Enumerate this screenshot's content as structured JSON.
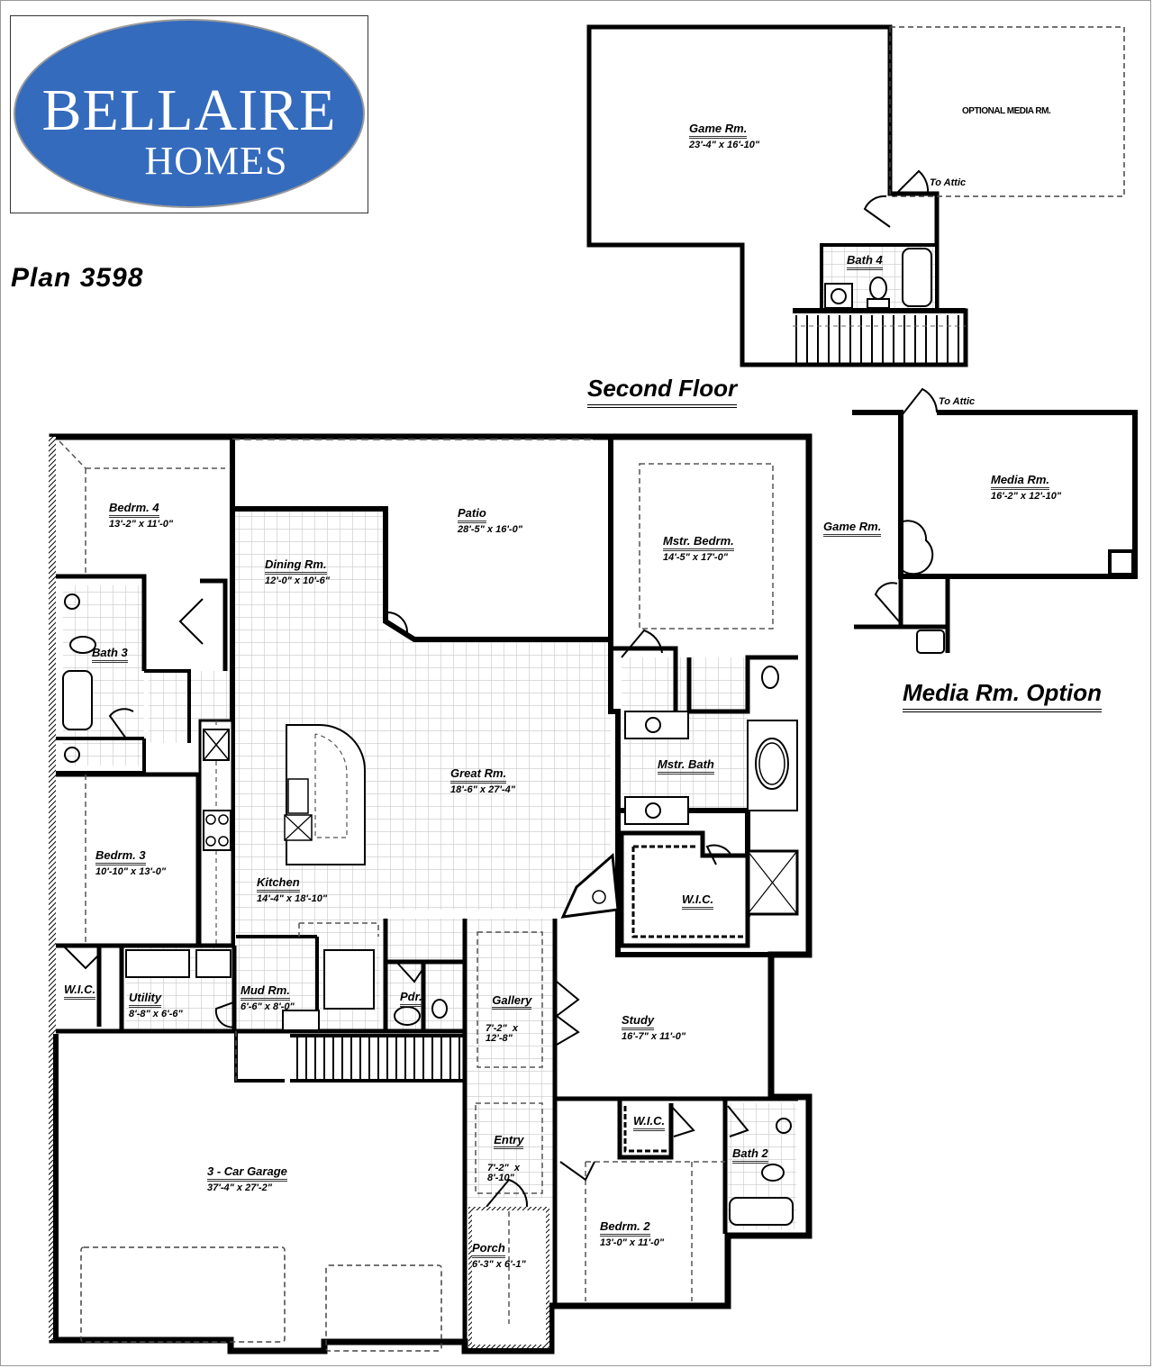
{
  "brand": {
    "line1": "BELLAIRE",
    "line2": "HOMES",
    "oval_color": "#346bbd",
    "text_color": "#ffffff"
  },
  "plan": {
    "title": "Plan  3598"
  },
  "headings": {
    "second_floor": "Second  Floor",
    "media_option": "Media  Rm.  Option"
  },
  "second_floor": {
    "rooms": [
      {
        "id": "game-room",
        "name": "Game  Rm.",
        "dims": "23'-4\"  x  16'-10\""
      },
      {
        "id": "bath-4",
        "name": "Bath  4",
        "dims": ""
      }
    ],
    "optional_note": "OPTIONAL MEDIA RM.",
    "attic_label": "To  Attic"
  },
  "media_option": {
    "rooms": [
      {
        "id": "media-room",
        "name": "Media  Rm.",
        "dims": "16'-2\"  x  12'-10\""
      },
      {
        "id": "game-room-ref",
        "name": "Game  Rm.",
        "dims": ""
      }
    ],
    "attic_label": "To  Attic"
  },
  "first_floor": {
    "rooms": [
      {
        "id": "bedroom-4",
        "name": "Bedrm.  4",
        "dims": "13'-2\"  x  11'-0\""
      },
      {
        "id": "patio",
        "name": "Patio",
        "dims": "28'-5\"  x  16'-0\""
      },
      {
        "id": "master-bedroom",
        "name": "Mstr.  Bedrm.",
        "dims": "14'-5\"  x  17'-0\""
      },
      {
        "id": "dining-room",
        "name": "Dining  Rm.",
        "dims": "12'-0\"  x  10'-6\""
      },
      {
        "id": "bath-3",
        "name": "Bath  3",
        "dims": ""
      },
      {
        "id": "great-room",
        "name": "Great  Rm.",
        "dims": "18'-6\"  x  27'-4\""
      },
      {
        "id": "master-bath",
        "name": "Mstr.  Bath",
        "dims": ""
      },
      {
        "id": "bedroom-3",
        "name": "Bedrm.  3",
        "dims": "10'-10\"  x  13'-0\""
      },
      {
        "id": "kitchen",
        "name": "Kitchen",
        "dims": "14'-4\"  x  18'-10\""
      },
      {
        "id": "master-wic",
        "name": "W.I.C.",
        "dims": ""
      },
      {
        "id": "wic-bed3",
        "name": "W.I.C.",
        "dims": ""
      },
      {
        "id": "utility",
        "name": "Utility",
        "dims": "8'-8\"  x  6'-6\""
      },
      {
        "id": "mud-room",
        "name": "Mud  Rm.",
        "dims": "6'-6\"  x  8'-0\""
      },
      {
        "id": "powder",
        "name": "Pdr.",
        "dims": ""
      },
      {
        "id": "gallery",
        "name": "Gallery",
        "dims": "7'-2\"  x\n12'-8\""
      },
      {
        "id": "study",
        "name": "Study",
        "dims": "16'-7\"  x  11'-0\""
      },
      {
        "id": "entry",
        "name": "Entry",
        "dims": "7'-2\"  x\n8'-10\""
      },
      {
        "id": "wic-bed2",
        "name": "W.I.C.",
        "dims": ""
      },
      {
        "id": "bath-2",
        "name": "Bath  2",
        "dims": ""
      },
      {
        "id": "garage",
        "name": "3  -  Car  Garage",
        "dims": "37'-4\"  x  27'-2\""
      },
      {
        "id": "bedroom-2",
        "name": "Bedrm.  2",
        "dims": "13'-0\"  x  11'-0\""
      },
      {
        "id": "porch",
        "name": "Porch",
        "dims": "6'-3\"  x  6'-1\""
      }
    ]
  }
}
